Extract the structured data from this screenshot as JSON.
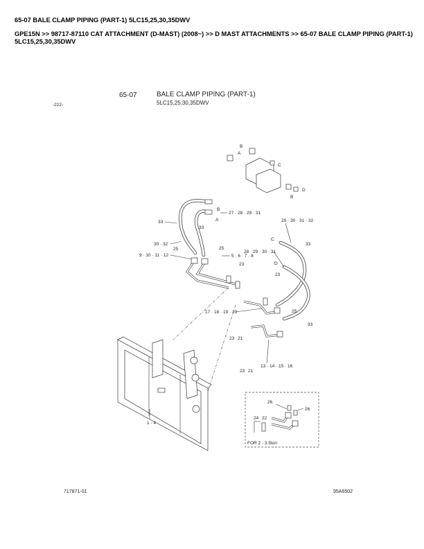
{
  "header": {
    "title": "65-07 BALE CLAMP PIPING (PART-1) 5LC15,25,30,35DWV",
    "breadcrumb": "GPE15N >> 98717-87110 CAT ATTACHMENT (D-MAST) (2008~) >> D MAST ATTACHMENTS >> 65-07 BALE CLAMP PIPING (PART-1) 5LC15,25,30,35DWV"
  },
  "diagram": {
    "page_number": "-222-",
    "section": "65-07",
    "title_line1": "BALE CLAMP PIPING (PART-1)",
    "title_line2": "5LC15,25,30,35DWV",
    "drawing_number": "717871-01",
    "figure_code": "95A6502",
    "callouts": {
      "c27_28_29_31": "27 · 28 · 29 · 31",
      "c33a": "33",
      "c33b": "33",
      "c33c": "33",
      "c33d": "33",
      "c30_32": "30 · 32",
      "c25a": "25",
      "c25b": "25",
      "c25c": "25",
      "c9_12": "9 · 10 · 11 · 12",
      "c5_8": "5 · 6 · 7 · 8",
      "c23a": "23",
      "c23b": "23",
      "c23c": "23",
      "c23d": "23",
      "c29_32": "29 · 30 · 31 · 32",
      "c28_31": "28 · 29 · 30 · 31",
      "c17_20": "17 · 18 · 19 · 20",
      "c21a": "21",
      "c21b": "21",
      "c13_16": "13 · 14 · 15 · 16",
      "c1_4": "1 - 4",
      "port_a1": "A",
      "port_b1": "B",
      "port_a2": "A",
      "port_b2": "B",
      "port_c1": "C",
      "port_d1": "D",
      "port_b3": "B",
      "port_c2": "C",
      "port_d2": "D"
    },
    "inset": {
      "c26a": "26",
      "c26b": "26",
      "c24": "24",
      "c22": "22",
      "note": "FOR 2 - 3.5ton"
    }
  }
}
